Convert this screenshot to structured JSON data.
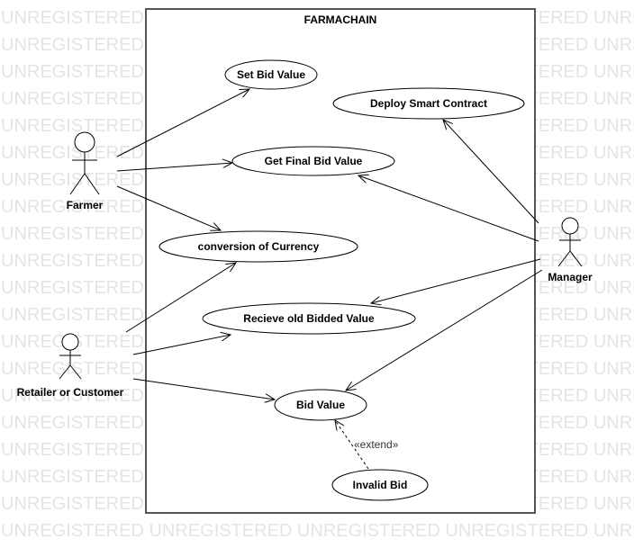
{
  "watermark": "UNREGISTERED",
  "system": {
    "title": "FARMACHAIN"
  },
  "actors": {
    "farmer": "Farmer",
    "manager": "Manager",
    "retailer": "Retailer or Customer"
  },
  "use_cases": {
    "set_bid_value": "Set Bid Value",
    "deploy_smart_contract": "Deploy Smart Contract",
    "get_final_bid_value": "Get Final Bid Value",
    "conversion_of_currency": "conversion of Currency",
    "recieve_old_bidded_value": "Recieve old Bidded Value",
    "bid_value": "Bid Value",
    "invalid_bid": "Invalid Bid"
  },
  "relations": {
    "extend_label": "«extend»"
  }
}
